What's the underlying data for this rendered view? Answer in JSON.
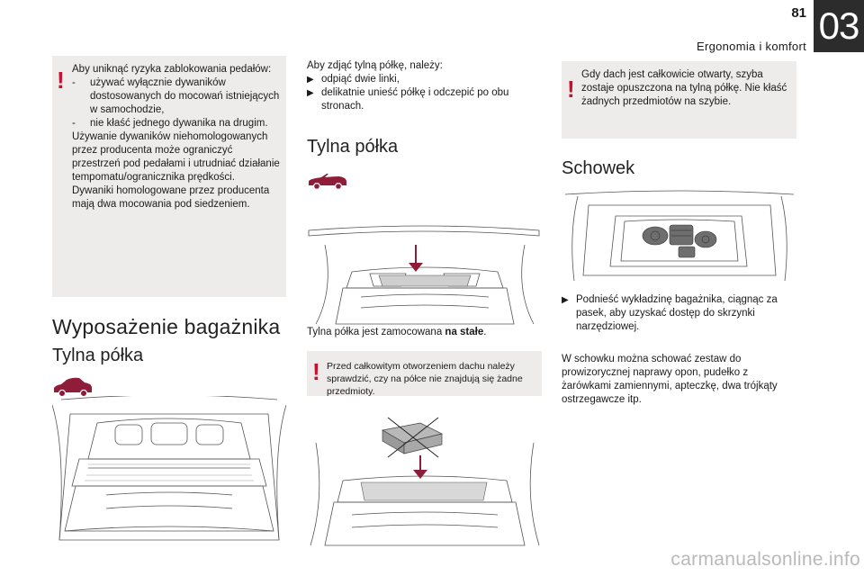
{
  "header": {
    "page_number": "81",
    "section_title": "Ergonomia i komfort",
    "chapter_number": "03"
  },
  "col1": {
    "warning": {
      "intro": "Aby uniknąć ryzyka zablokowania pedałów:",
      "items": [
        "używać wyłącznie dywaników dostosowanych do mocowań istniejących w samochodzie,",
        "nie kłaść jednego dywanika na drugim."
      ],
      "para1": "Używanie dywaników niehomologowanych przez producenta może ograniczyć przestrzeń pod pedałami i utrudniać działanie tempomatu/ogranicznika prędkości.",
      "para2": "Dywaniki homologowane przez producenta mają dwa mocowania pod siedzeniem."
    },
    "heading": "Wyposażenie bagażnika",
    "subheading": "Tylna półka"
  },
  "col2": {
    "intro": "Aby zdjąć tylną półkę, należy:",
    "steps": [
      "odpiąć dwie linki,",
      "delikatnie unieść półkę i odczepić po obu stronach."
    ],
    "heading": "Tylna półka",
    "fixed_text_prefix": "Tylna półka jest zamocowana ",
    "fixed_text_bold": "na stałe",
    "fixed_text_suffix": ".",
    "warning": "Przed całkowitym otworzeniem dachu należy sprawdzić, czy na półce nie znajdują się żadne przedmioty."
  },
  "col3": {
    "warning": "Gdy dach jest całkowicie otwarty, szyba zostaje opuszczona na tylną półkę. Nie kłaść żadnych przedmiotów na szybie.",
    "heading": "Schowek",
    "step": "Podnieść wykładzinę bagażnika, ciągnąc za pasek, aby uzyskać dostęp do skrzynki narzędziowej.",
    "para": "W schowku można schować zestaw do prowizorycznej naprawy opon, pudełko z żarówkami zamiennymi, apteczkę, dwa trójkąty ostrzegawcze itp."
  },
  "markers": {
    "exclamation": "!",
    "dash": "-",
    "triangle": "▶"
  },
  "watermark": "carmanualsonline.info",
  "colors": {
    "accent": "#c8102e",
    "warning_bg": "#eeecea",
    "tab_bg": "#2c2c2c"
  }
}
